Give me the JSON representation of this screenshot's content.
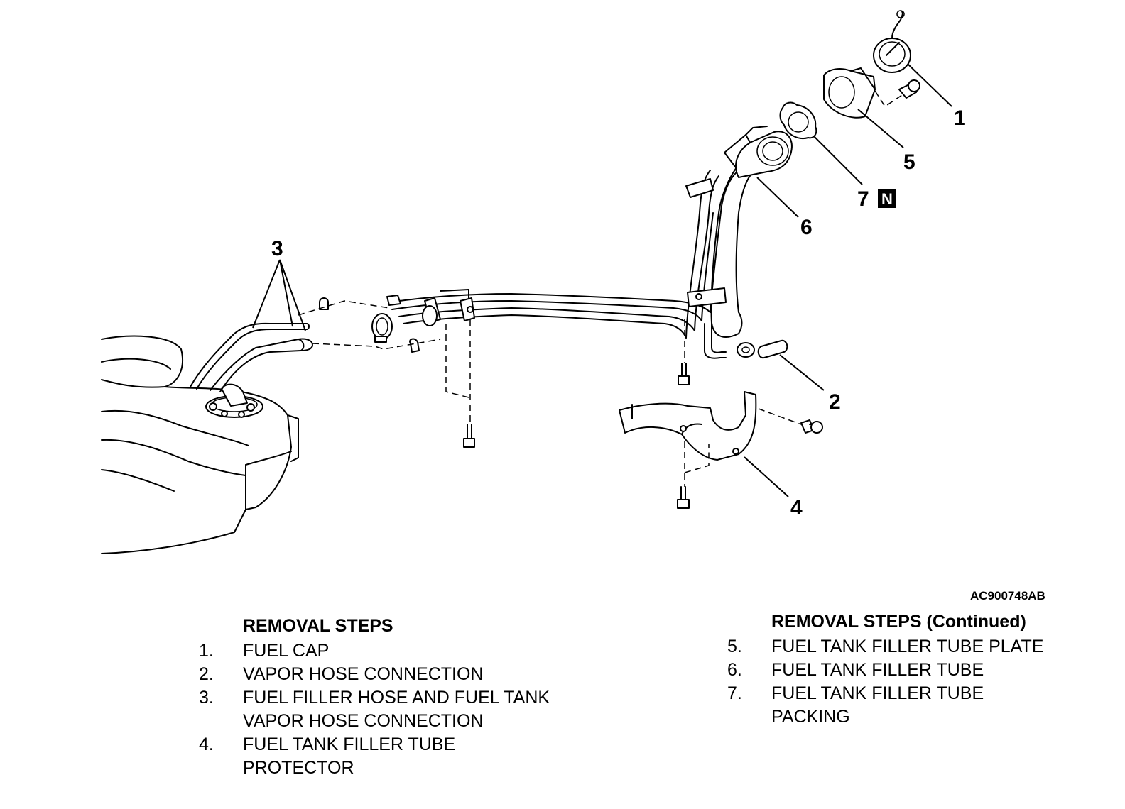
{
  "diagram": {
    "callouts": [
      {
        "id": "1",
        "text": "1"
      },
      {
        "id": "2",
        "text": "2"
      },
      {
        "id": "3",
        "text": "3"
      },
      {
        "id": "4",
        "text": "4"
      },
      {
        "id": "5",
        "text": "5"
      },
      {
        "id": "6",
        "text": "6"
      },
      {
        "id": "7",
        "text": "7"
      }
    ],
    "new_part_badge": "N",
    "figure_code": "AC900748AB"
  },
  "removal_steps": {
    "heading": "REMOVAL STEPS",
    "steps": [
      {
        "num": "1.",
        "text": "FUEL CAP"
      },
      {
        "num": "2.",
        "text": "VAPOR HOSE CONNECTION"
      },
      {
        "num": "3.",
        "text": "FUEL FILLER HOSE AND FUEL TANK VAPOR HOSE CONNECTION"
      },
      {
        "num": "4.",
        "text": "FUEL TANK FILLER TUBE PROTECTOR"
      }
    ]
  },
  "removal_steps_continued": {
    "heading": "REMOVAL STEPS (Continued)",
    "steps": [
      {
        "num": "5.",
        "text": "FUEL TANK FILLER TUBE PLATE"
      },
      {
        "num": "6.",
        "text": "FUEL TANK FILLER TUBE"
      },
      {
        "num": "7.",
        "text": "FUEL TANK FILLER TUBE PACKING"
      }
    ]
  }
}
